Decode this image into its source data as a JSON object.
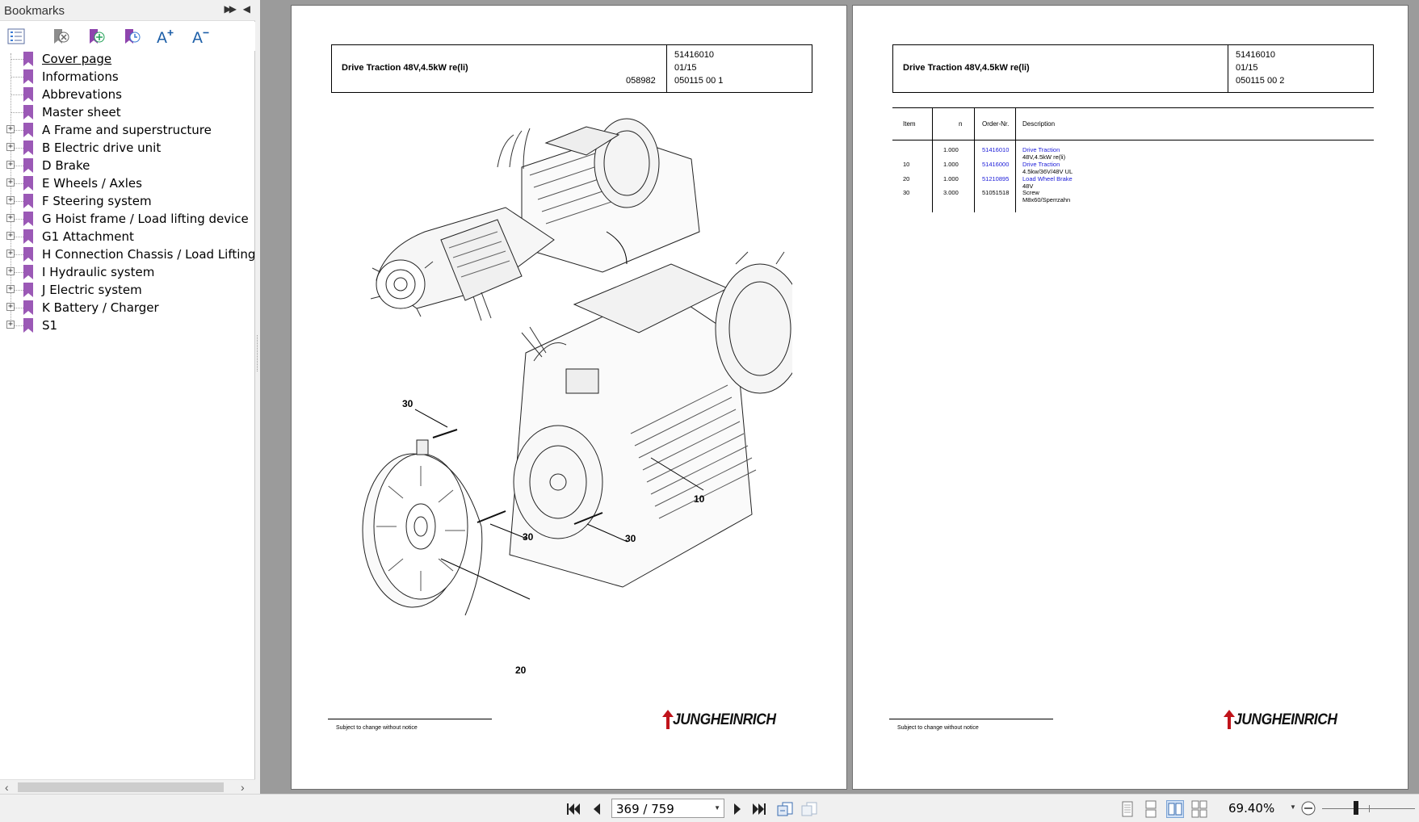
{
  "sidebar": {
    "title": "Bookmarks",
    "expand_icon": "double-chevron-right-icon",
    "collapse_icon": "triangle-left-icon",
    "toolbar_icons": [
      "bookmark-options-icon",
      "delete-bookmark-icon",
      "add-bookmark-icon",
      "expand-bookmark-icon",
      "increase-font-icon",
      "decrease-font-icon"
    ],
    "items": [
      {
        "label": "Cover page",
        "expandable": false,
        "current": true
      },
      {
        "label": "Informations",
        "expandable": false
      },
      {
        "label": "Abbrevations",
        "expandable": false
      },
      {
        "label": "Master sheet",
        "expandable": false
      },
      {
        "label": "A Frame and superstructure",
        "expandable": true
      },
      {
        "label": "B Electric drive unit",
        "expandable": true
      },
      {
        "label": "D Brake",
        "expandable": true
      },
      {
        "label": "E Wheels / Axles",
        "expandable": true
      },
      {
        "label": "F Steering system",
        "expandable": true
      },
      {
        "label": "G Hoist frame / Load lifting device",
        "expandable": true
      },
      {
        "label": "G1 Attachment",
        "expandable": true
      },
      {
        "label": "H Connection Chassis / Load Lifting Devi",
        "expandable": true
      },
      {
        "label": "I Hydraulic system",
        "expandable": true
      },
      {
        "label": "J Electric system",
        "expandable": true
      },
      {
        "label": "K Battery / Charger",
        "expandable": true
      },
      {
        "label": "S1",
        "expandable": true
      }
    ],
    "expander_symbol": "+",
    "bookmark_color": "#9b59b6"
  },
  "page1": {
    "title": "Drive Traction 48V,4.5kW re(li)",
    "drawing_no": "058982",
    "part_no": "51416010",
    "date": "01/15",
    "doc_no": "050115 00 1",
    "callouts": [
      "30",
      "30",
      "30",
      "10",
      "20"
    ],
    "footer": "Subject to change without notice",
    "brand": "JUNGHEINRICH"
  },
  "page2": {
    "title": "Drive Traction 48V,4.5kW re(li)",
    "part_no": "51416010",
    "date": "01/15",
    "doc_no": "050115 00 2",
    "table": {
      "headers": [
        "Item",
        "n",
        "Order-Nr.",
        "Description"
      ],
      "rows": [
        {
          "item": "",
          "n": "1.000",
          "order": "51416010",
          "desc": "Drive Traction",
          "desc2": "48V,4.5kW re(li)",
          "link": true
        },
        {
          "item": "10",
          "n": "1.000",
          "order": "51416000",
          "desc": "Drive Traction",
          "desc2": "4.5kw/36V/48V UL",
          "link": true
        },
        {
          "item": "20",
          "n": "1.000",
          "order": "51210895",
          "desc": "Load Wheel Brake",
          "desc2": "48V",
          "link": true
        },
        {
          "item": "30",
          "n": "3.000",
          "order": "51051518",
          "desc": "Screw",
          "desc2": "M8x60/Sperrzahn",
          "link": false
        }
      ]
    },
    "footer": "Subject to change without notice",
    "brand": "JUNGHEINRICH"
  },
  "bottombar": {
    "page_indicator": "369 / 759",
    "zoom": "69.40%",
    "nav_icons": [
      "first-page-icon",
      "previous-page-icon",
      "next-page-icon",
      "last-page-icon",
      "previous-view-icon",
      "next-view-icon"
    ],
    "view_icons": [
      "single-page-view-icon",
      "continuous-view-icon",
      "two-page-view-icon",
      "two-page-continuous-view-icon"
    ]
  },
  "colors": {
    "link": "#1a1ad8",
    "doc_background": "#9b9b9b",
    "panel": "#f0f0f0"
  }
}
